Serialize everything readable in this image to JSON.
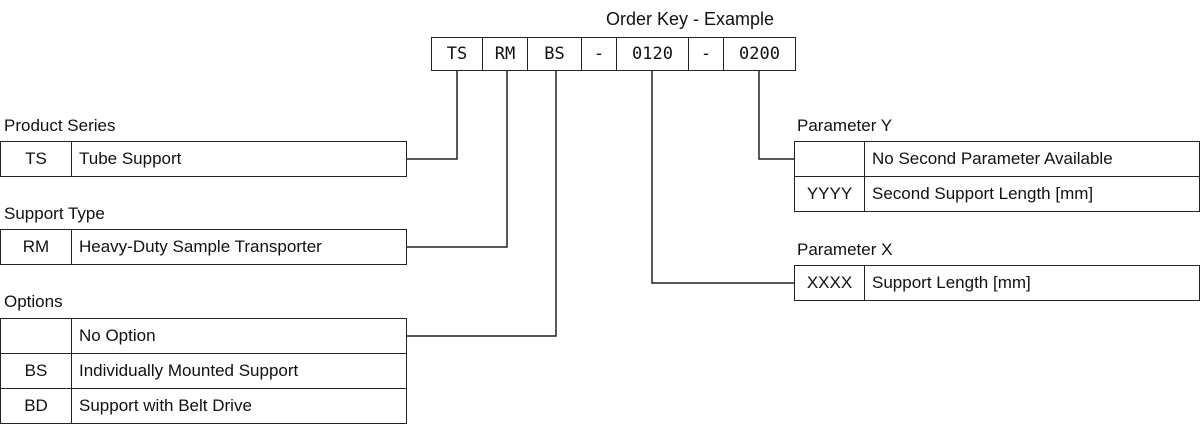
{
  "title": "Order Key - Example",
  "key": {
    "cells": [
      "TS",
      "RM",
      "BS",
      "-",
      "0120",
      "-",
      "0200"
    ]
  },
  "groups": {
    "product_series": {
      "label": "Product Series",
      "rows": [
        {
          "code": "TS",
          "desc": "Tube Support"
        }
      ]
    },
    "support_type": {
      "label": "Support Type",
      "rows": [
        {
          "code": "RM",
          "desc": "Heavy-Duty Sample Transporter"
        }
      ]
    },
    "options": {
      "label": "Options",
      "rows": [
        {
          "code": "",
          "desc": "No Option"
        },
        {
          "code": "BS",
          "desc": "Individually Mounted Support"
        },
        {
          "code": "BD",
          "desc": "Support with Belt Drive"
        }
      ]
    },
    "parameter_y": {
      "label": "Parameter Y",
      "rows": [
        {
          "code": "",
          "desc": "No Second Parameter Available"
        },
        {
          "code": "YYYY",
          "desc": "Second Support Length [mm]"
        }
      ]
    },
    "parameter_x": {
      "label": "Parameter X",
      "rows": [
        {
          "code": "XXXX",
          "desc": "Support Length [mm]"
        }
      ]
    }
  }
}
